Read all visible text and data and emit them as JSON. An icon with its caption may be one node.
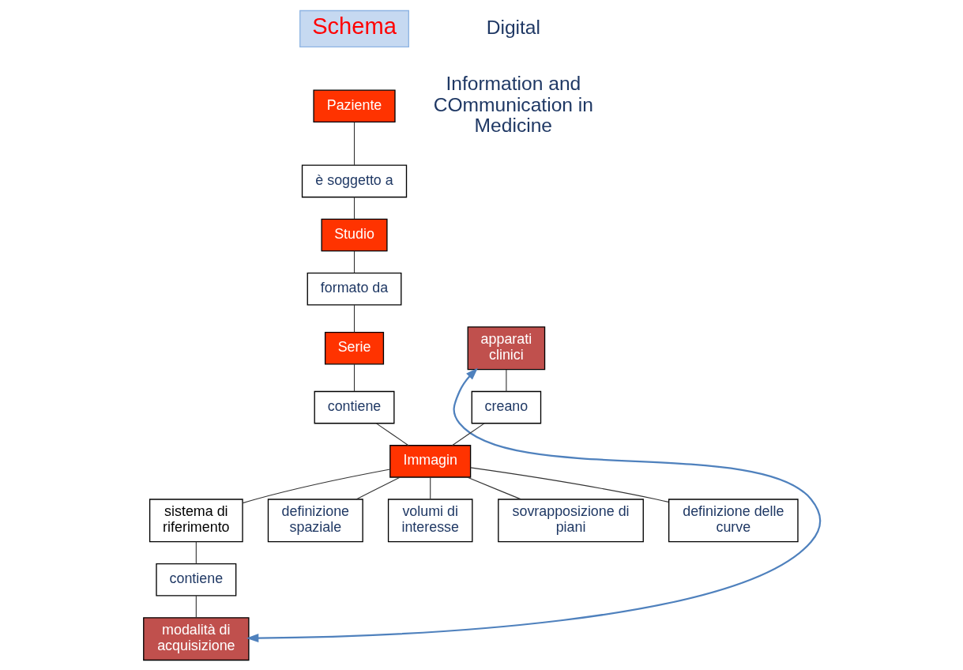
{
  "diagram": {
    "nodes": [
      {
        "text": [
          "Schema"
        ]
      },
      {
        "text": [
          "Paziente"
        ]
      },
      {
        "text": [
          "è soggetto a"
        ]
      },
      {
        "text": [
          "Studio"
        ]
      },
      {
        "text": [
          "formato da"
        ]
      },
      {
        "text": [
          "Serie"
        ]
      },
      {
        "text": [
          "modalità di acquisizione"
        ]
      },
      {
        "text": [
          "apparati clinici"
        ]
      },
      {
        "text": [
          "contiene"
        ]
      },
      {
        "text": [
          "contiene"
        ]
      },
      {
        "text": [
          "creano"
        ]
      },
      {
        "text": [
          "Immagin"
        ]
      },
      {
        "text": [
          "sistema di riferimento"
        ]
      },
      {
        "text": [
          "definizione spaziale"
        ]
      },
      {
        "text": [
          "volumi di interesse"
        ]
      },
      {
        "text": [
          "sovrapposizione di piani"
        ]
      },
      {
        "text": [
          "definizione delle curve"
        ]
      }
    ],
    "edges": [
      {
        "from": 1,
        "to": 2,
        "arrow": "none"
      },
      {
        "from": 2,
        "to": 3,
        "arrow": "none"
      },
      {
        "from": 3,
        "to": 4,
        "arrow": "none"
      },
      {
        "from": 4,
        "to": 5,
        "arrow": "none"
      },
      {
        "from": 5,
        "to": 8,
        "arrow": "none"
      },
      {
        "from": 8,
        "to": 11,
        "arrow": "none"
      },
      {
        "from": 7,
        "to": 10,
        "arrow": "none"
      },
      {
        "from": 10,
        "to": 11,
        "arrow": "none"
      },
      {
        "from": 11,
        "to": 12,
        "arrow": "none"
      },
      {
        "from": 12,
        "to": 9,
        "arrow": "none"
      },
      {
        "from": 9,
        "to": 6,
        "arrow": "none"
      },
      {
        "from": 11,
        "to": 13,
        "arrow": "none"
      },
      {
        "from": 11,
        "to": 14,
        "arrow": "none"
      },
      {
        "from": 11,
        "to": 15,
        "arrow": "none"
      },
      {
        "from": 11,
        "to": 16,
        "arrow": "none"
      },
      {
        "from": 7,
        "to": 6,
        "arrow": "both",
        "color": "#4f81bd"
      }
    ],
    "labels": [
      "Digital",
      "Information and COmmunication in Medicine"
    ]
  }
}
